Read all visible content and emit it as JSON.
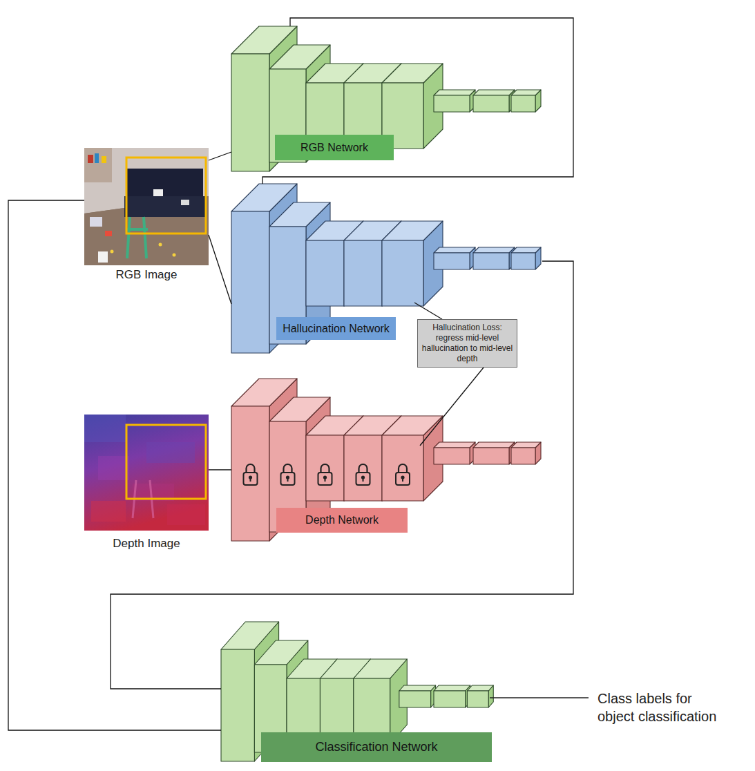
{
  "diagram": {
    "nodes": [
      {
        "text": [
          "RGB Image"
        ]
      },
      {
        "text": [
          "RGB Network"
        ]
      },
      {
        "text": [
          "Hallucination Network"
        ]
      },
      {
        "text": [
          "Hallucination Loss: regress mid-level hallucination to mid-level depth"
        ]
      },
      {
        "text": [
          "Depth Image"
        ]
      },
      {
        "text": [
          "Depth Network"
        ]
      },
      {
        "text": [
          "Classification Network"
        ]
      }
    ],
    "edges": [
      {
        "from": 0,
        "to": 1,
        "arrow": "none"
      },
      {
        "from": 0,
        "to": 2,
        "arrow": "none"
      },
      {
        "from": 1,
        "to": 2,
        "arrow": "none"
      },
      {
        "from": 4,
        "to": 5,
        "arrow": "none"
      },
      {
        "from": 3,
        "to": 2,
        "arrow": "none"
      },
      {
        "from": 3,
        "to": 5,
        "arrow": "none"
      },
      {
        "from": 2,
        "to": 6,
        "arrow": "none"
      },
      {
        "from": 0,
        "to": 6,
        "arrow": "none"
      }
    ],
    "labels": [
      "Class labels for object classification"
    ]
  }
}
